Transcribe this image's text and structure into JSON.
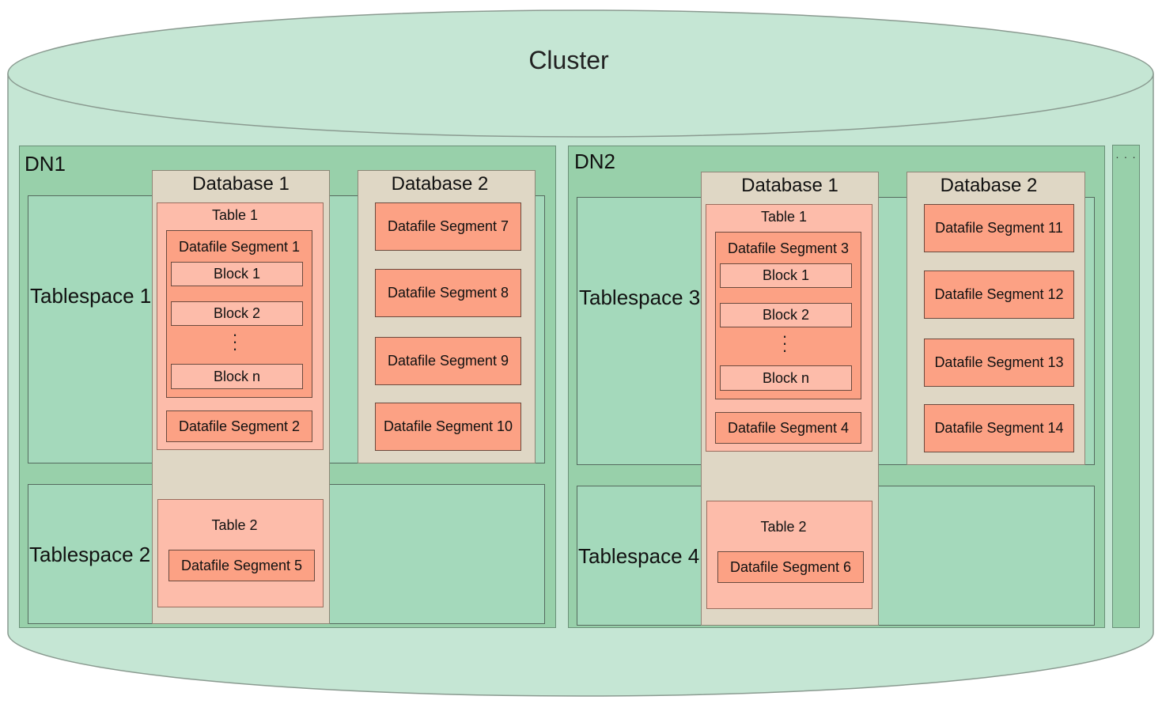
{
  "cluster": {
    "title": "Cluster",
    "ellipsis": "· · ·"
  },
  "dn1": {
    "label": "DN1",
    "tablespace_top": "Tablespace 1",
    "tablespace_bottom": "Tablespace 2",
    "db1": {
      "label": "Database 1",
      "table1": {
        "label": "Table 1",
        "segment": "Datafile Segment 1",
        "blocks": [
          "Block 1",
          "Block 2",
          "Block n"
        ],
        "segment2": "Datafile Segment 2"
      },
      "table2": {
        "label": "Table 2",
        "segment": "Datafile Segment 5"
      }
    },
    "db2": {
      "label": "Database 2",
      "segments": [
        "Datafile Segment 7",
        "Datafile Segment 8",
        "Datafile Segment 9",
        "Datafile Segment 10"
      ]
    }
  },
  "dn2": {
    "label": "DN2",
    "tablespace_top": "Tablespace 3",
    "tablespace_bottom": "Tablespace 4",
    "db1": {
      "label": "Database 1",
      "table1": {
        "label": "Table 1",
        "segment": "Datafile Segment 3",
        "blocks": [
          "Block 1",
          "Block 2",
          "Block n"
        ],
        "segment2": "Datafile Segment 4"
      },
      "table2": {
        "label": "Table 2",
        "segment": "Datafile Segment 6"
      }
    },
    "db2": {
      "label": "Database 2",
      "segments": [
        "Datafile Segment 11",
        "Datafile Segment 12",
        "Datafile Segment 13",
        "Datafile Segment 14"
      ]
    }
  }
}
